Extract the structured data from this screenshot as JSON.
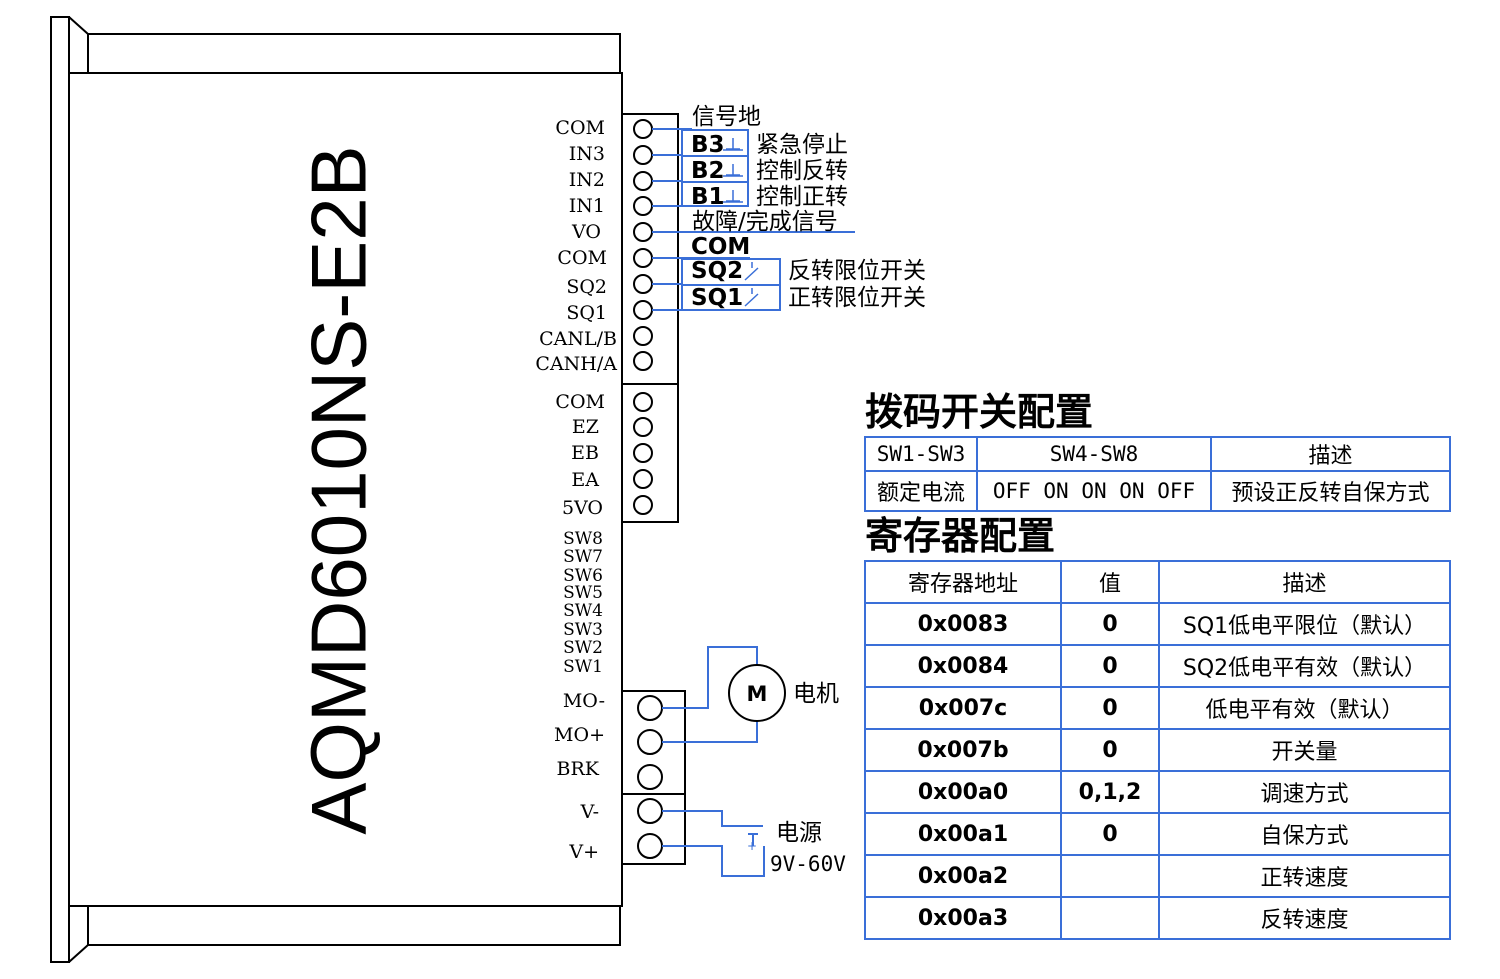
{
  "model": "AQMD6010NS-E2B",
  "pins_upper": [
    "COM",
    "IN3",
    "IN2",
    "IN1",
    "VO",
    "COM",
    "SQ2",
    "SQ1",
    "CANL/B",
    "CANH/A"
  ],
  "pins_encoder": [
    "COM",
    "EZ",
    "EB",
    "EA",
    "5VO"
  ],
  "dip_switches": [
    "SW8",
    "SW7",
    "SW6",
    "SW5",
    "SW4",
    "SW3",
    "SW2",
    "SW1"
  ],
  "pins_power": [
    "MO-",
    "MO+",
    "BRK",
    "V-",
    "V+"
  ],
  "wiring": {
    "signal_ground": "信号地",
    "b3": "B3",
    "b3_desc": "紧急停止",
    "b2": "B2",
    "b2_desc": "控制反转",
    "b1": "B1",
    "b1_desc": "控制正转",
    "fault": "故障/完成信号",
    "com": "COM",
    "sq2": "SQ2",
    "sq2_desc": "反转限位开关",
    "sq1": "SQ1",
    "sq1_desc": "正转限位开关",
    "motor_symbol": "M",
    "motor_label": "电机",
    "power_label": "电源",
    "power_range": "9V-60V",
    "battery_plus": "+"
  },
  "dip_config": {
    "title": "拨码开关配置",
    "headers": [
      "SW1-SW3",
      "SW4-SW8",
      "描述"
    ],
    "row": [
      "额定电流",
      "OFF ON ON ON OFF",
      "预设正反转自保方式"
    ]
  },
  "register_config": {
    "title": "寄存器配置",
    "headers": [
      "寄存器地址",
      "值",
      "描述"
    ],
    "rows": [
      {
        "addr": "0x0083",
        "value": "0",
        "desc": "SQ1低电平限位（默认）"
      },
      {
        "addr": "0x0084",
        "value": "0",
        "desc": "SQ2低电平有效（默认）"
      },
      {
        "addr": "0x007c",
        "value": "0",
        "desc": "低电平有效（默认）"
      },
      {
        "addr": "0x007b",
        "value": "0",
        "desc": "开关量"
      },
      {
        "addr": "0x00a0",
        "value": "0,1,2",
        "desc": "调速方式"
      },
      {
        "addr": "0x00a1",
        "value": "0",
        "desc": "自保方式"
      },
      {
        "addr": "0x00a2",
        "value": "",
        "desc": "正转速度"
      },
      {
        "addr": "0x00a3",
        "value": "",
        "desc": "反转速度"
      }
    ]
  },
  "colors": {
    "wire": "#3a6fd8",
    "outline": "#000000"
  }
}
